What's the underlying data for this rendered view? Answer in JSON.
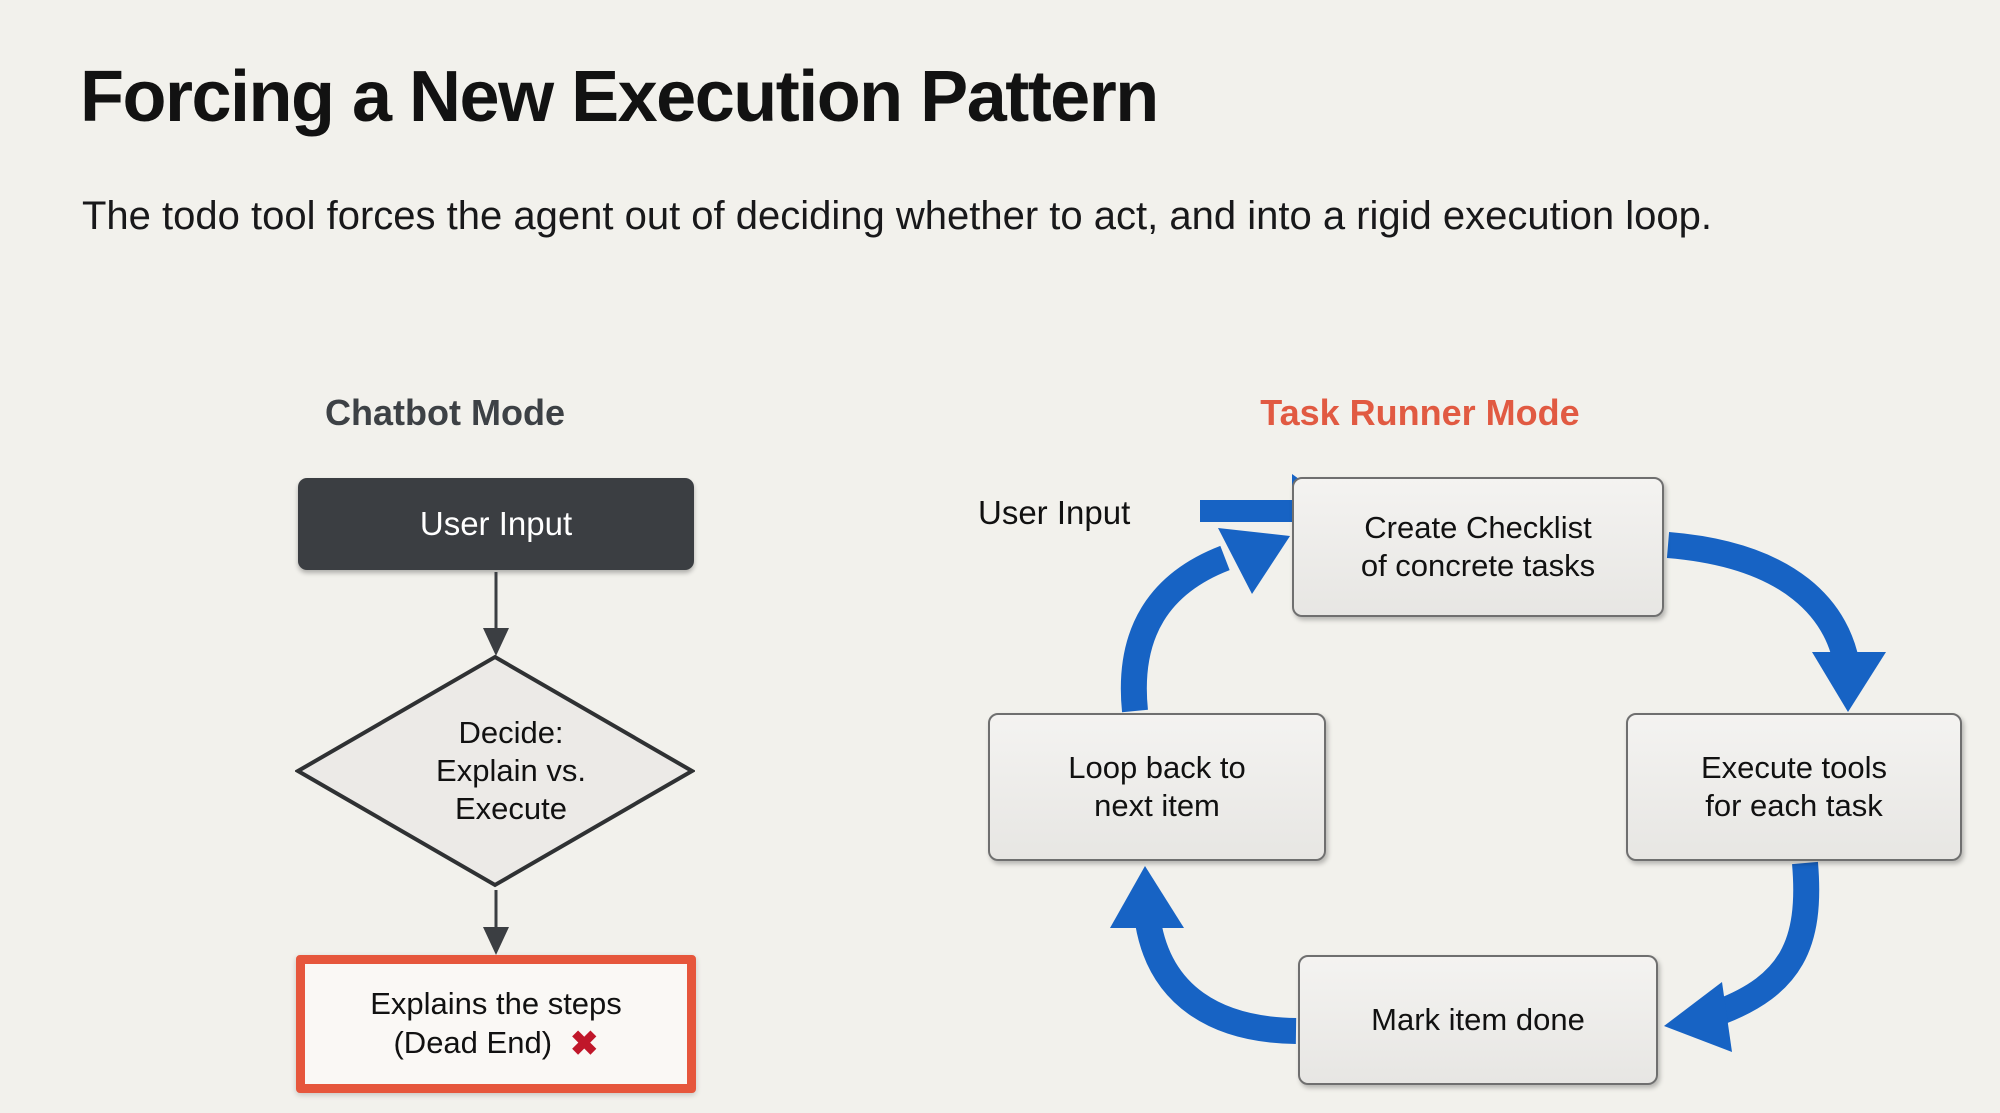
{
  "page": {
    "title": "Forcing a New Execution Pattern",
    "subtitle": "The todo tool forces the agent out of deciding whether to act, and into a rigid execution loop.",
    "background_color": "#f2f1ec"
  },
  "colors": {
    "accent_red": "#e15a42",
    "arrow_blue": "#1763c4",
    "dark_box": "#3b3e42",
    "heading_dark": "#3d4145",
    "x_mark_red": "#c0172a",
    "dead_end_border": "#e6563c"
  },
  "chatbot_panel": {
    "heading": "Chatbot Mode",
    "nodes": [
      {
        "id": "user-input",
        "type": "process-dark",
        "label": "User Input"
      },
      {
        "id": "decide",
        "type": "decision",
        "lines": [
          "Decide:",
          "Explain vs.",
          "Execute"
        ]
      },
      {
        "id": "dead-end",
        "type": "terminal-error",
        "lines": [
          "Explains the steps",
          "(Dead End)"
        ],
        "icon": "cross-mark-icon",
        "icon_glyph": "✖"
      }
    ],
    "edges": [
      {
        "from": "user-input",
        "to": "decide",
        "style": "straight-arrow-down"
      },
      {
        "from": "decide",
        "to": "dead-end",
        "style": "straight-arrow-down"
      }
    ]
  },
  "task_runner_panel": {
    "heading": "Task Runner Mode",
    "entry_label": "User Input",
    "nodes": [
      {
        "id": "create",
        "lines": [
          "Create Checklist",
          "of concrete tasks"
        ]
      },
      {
        "id": "execute",
        "lines": [
          "Execute tools",
          "for each task"
        ]
      },
      {
        "id": "mark",
        "lines": [
          "Mark item done"
        ]
      },
      {
        "id": "loop",
        "lines": [
          "Loop back to",
          "next item"
        ]
      }
    ],
    "edges": [
      {
        "from": "user-input-label",
        "to": "create",
        "style": "straight-arrow-right"
      },
      {
        "from": "create",
        "to": "execute",
        "style": "curved-arrow"
      },
      {
        "from": "execute",
        "to": "mark",
        "style": "curved-arrow"
      },
      {
        "from": "mark",
        "to": "loop",
        "style": "curved-arrow"
      },
      {
        "from": "loop",
        "to": "create",
        "style": "curved-arrow"
      }
    ]
  }
}
